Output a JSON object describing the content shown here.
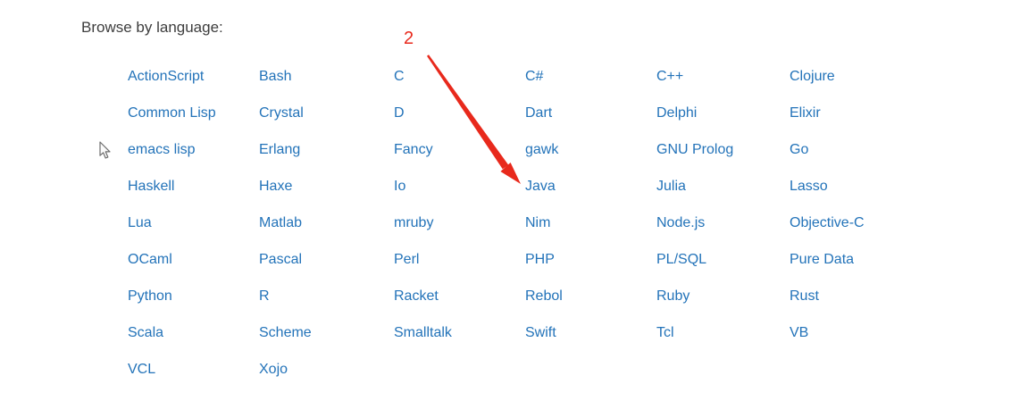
{
  "page": {
    "heading": "Browse by language:"
  },
  "annotation": {
    "step_label": "2",
    "target_language": "Java"
  },
  "languages": {
    "grid_columns": 6,
    "items": [
      "ActionScript",
      "Bash",
      "C",
      "C#",
      "C++",
      "Clojure",
      "Common Lisp",
      "Crystal",
      "D",
      "Dart",
      "Delphi",
      "Elixir",
      "emacs lisp",
      "Erlang",
      "Fancy",
      "gawk",
      "GNU Prolog",
      "Go",
      "Haskell",
      "Haxe",
      "Io",
      "Java",
      "Julia",
      "Lasso",
      "Lua",
      "Matlab",
      "mruby",
      "Nim",
      "Node.js",
      "Objective-C",
      "OCaml",
      "Pascal",
      "Perl",
      "PHP",
      "PL/SQL",
      "Pure Data",
      "Python",
      "R",
      "Racket",
      "Rebol",
      "Ruby",
      "Rust",
      "Scala",
      "Scheme",
      "Smalltalk",
      "Swift",
      "Tcl",
      "VB",
      "VCL",
      "Xojo"
    ]
  },
  "colors": {
    "link": "#2373b9",
    "heading_text": "#3d3d3d",
    "annotation_red": "#e8291c",
    "background": "#ffffff"
  }
}
